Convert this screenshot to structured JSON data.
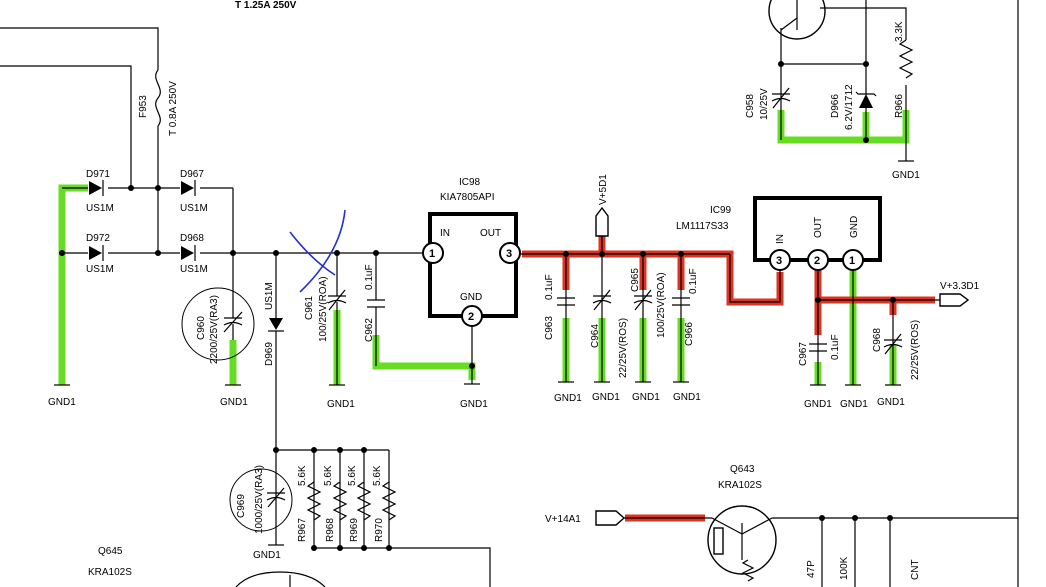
{
  "fuse_top": {
    "rating": "T 1.25A 250V"
  },
  "fuse_f953": {
    "ref": "F953",
    "rating": "T 0.8A 250V"
  },
  "diodes": [
    {
      "ref": "D971",
      "type": "US1M"
    },
    {
      "ref": "D967",
      "type": "US1M"
    },
    {
      "ref": "D972",
      "type": "US1M"
    },
    {
      "ref": "D968",
      "type": "US1M"
    },
    {
      "ref": "D969",
      "type": "US1M"
    }
  ],
  "caps": {
    "c960": {
      "ref": "C960",
      "value": "2200/25V(RA3)"
    },
    "c961": {
      "ref": "C961",
      "value": "100/25V(ROA)"
    },
    "c962": {
      "ref": "C962",
      "value": "0.1uF"
    },
    "c963": {
      "ref": "C963",
      "value": "0.1uF"
    },
    "c964": {
      "ref": "C964",
      "value": "22/25V(ROS)"
    },
    "c965": {
      "ref": "C965",
      "value": "100/25V(ROA)"
    },
    "c966": {
      "ref": "C966",
      "value": "0.1uF"
    },
    "c967": {
      "ref": "C967",
      "value": "0.1uF"
    },
    "c968": {
      "ref": "C968",
      "value": "22/25V(ROS)"
    },
    "c958": {
      "ref": "C958",
      "value": "10/25V"
    },
    "c969": {
      "ref": "C969",
      "value": "1000/25V(RA3)"
    }
  },
  "ic98": {
    "ref": "IC98",
    "part": "KIA7805API",
    "pin_in": "IN",
    "pin_out": "OUT",
    "pin_gnd": "GND",
    "pin1": "1",
    "pin2": "2",
    "pin3": "3"
  },
  "ic99": {
    "ref": "IC99",
    "part": "LM1117S33",
    "pin_in": "IN",
    "pin_out": "OUT",
    "pin_gnd": "GND",
    "pin1": "1",
    "pin2": "2",
    "pin3": "3"
  },
  "nets": {
    "v5": "V+5D1",
    "v33": "V+3.3D1",
    "v14": "V+14A1",
    "gnd": "GND1"
  },
  "d966": {
    "ref": "D966",
    "value": "6.2V/1712"
  },
  "r966": {
    "ref": "R966",
    "value": "3.3K"
  },
  "resistors": [
    {
      "ref": "R967",
      "value": "5.6K"
    },
    {
      "ref": "R968",
      "value": "5.6K"
    },
    {
      "ref": "R969",
      "value": "5.6K"
    },
    {
      "ref": "R970",
      "value": "5.6K"
    }
  ],
  "q643": {
    "ref": "Q643",
    "part": "KRA102S"
  },
  "q645": {
    "ref": "Q645",
    "part": "KRA102S"
  },
  "bottom_right": {
    "r47p": "47P",
    "r100k": "100K",
    "cnt": "CNT"
  },
  "colors": {
    "ground_highlight": "#66dd22",
    "supply_highlight": "#dd3322",
    "ink": "#000000",
    "annotation": "#2233cc"
  }
}
